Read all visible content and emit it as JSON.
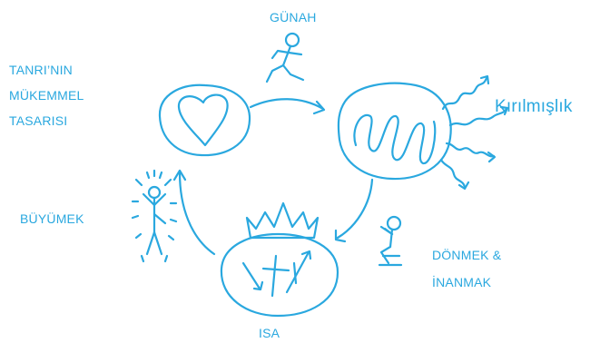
{
  "labels": {
    "sin": "GÜNAH",
    "design_line1": "TANRI’NIN",
    "design_line2": "MÜKEMMEL",
    "design_line3": "TASARISI",
    "brokenness": "Kırılmışlık",
    "growing": "BÜYÜMEK",
    "repent_line1": "DÖNMEK &",
    "repent_line2": "İNANMAK",
    "jesus": "ISA"
  },
  "colors": {
    "ink": "#2aa8df",
    "background": "#ffffff"
  },
  "icons": [
    "heart-icon",
    "brokenness-scribble-icon",
    "running-figure-icon",
    "kneeling-figure-icon",
    "growing-figure-icon",
    "crown-icon",
    "cross-arrows-icon"
  ]
}
